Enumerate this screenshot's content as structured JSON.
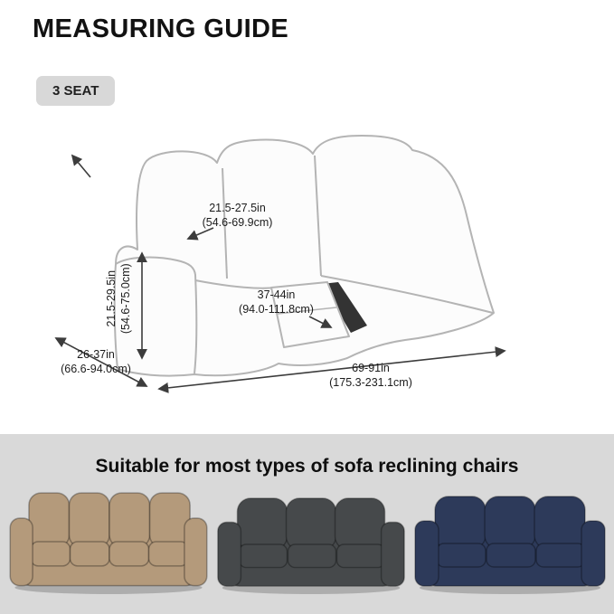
{
  "title": "MEASURING GUIDE",
  "badge": "3 SEAT",
  "measurements": {
    "back_width": {
      "inches": "21.5-27.5in",
      "cm": "(54.6-69.9cm)"
    },
    "back_height": {
      "inches": "21.5-29.5in",
      "cm": "(54.6-75.0cm)"
    },
    "recliner_length": {
      "inches": "37-44in",
      "cm": "(94.0-111.8cm)"
    },
    "depth": {
      "inches": "26-37in",
      "cm": "(66.6-94.0cm)"
    },
    "overall_width": {
      "inches": "69-91in",
      "cm": "(175.3-231.1cm)"
    }
  },
  "footer": {
    "heading": "Suitable for most types of sofa reclining chairs",
    "sofas": [
      {
        "name": "beige recliner sofa",
        "color": "#b49a7b"
      },
      {
        "name": "dark gray recliner sofa",
        "color": "#46494b"
      },
      {
        "name": "navy blue recliner sofa",
        "color": "#2d3a5a"
      }
    ]
  }
}
